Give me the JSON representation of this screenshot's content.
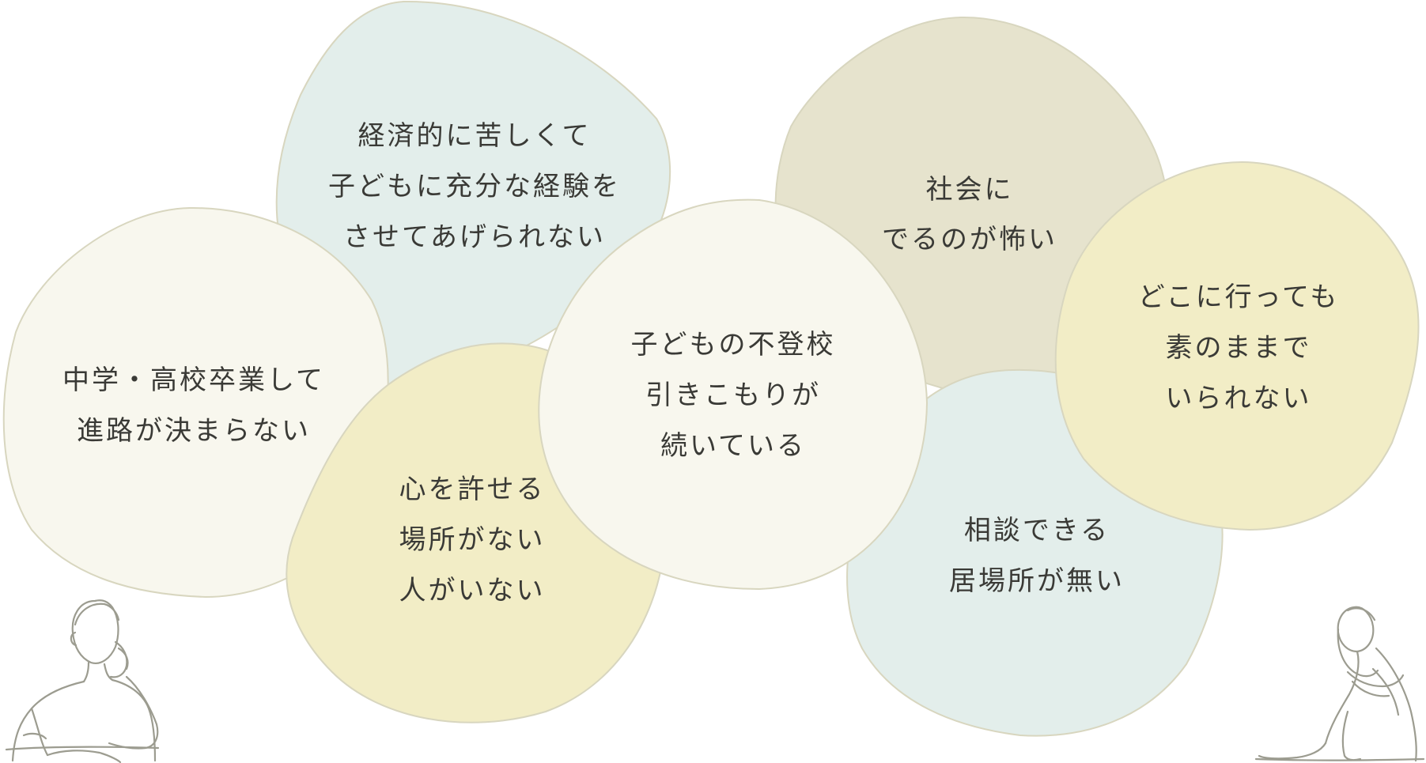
{
  "colors": {
    "blob_outline": "#d8d6bf",
    "mint": "#e3eeeb",
    "cream": "#f8f7ee",
    "yellow": "#f2edc6",
    "khaki": "#e6e3cd",
    "text": "#3a3a36",
    "illustration_line": "#9c9c90"
  },
  "bubbles": {
    "economic": {
      "lines": [
        "経済的に苦しくて",
        "子どもに充分な経験を",
        "させてあげられない"
      ]
    },
    "society": {
      "lines": [
        "社会に",
        "でるのが怖い"
      ]
    },
    "career": {
      "lines": [
        "中学・高校卒業して",
        "進路が決まらない"
      ]
    },
    "heart": {
      "lines": [
        "心を許せる",
        "場所がない",
        "人がいない"
      ]
    },
    "school": {
      "lines": [
        "子どもの不登校",
        "引きこもりが",
        "続いている"
      ]
    },
    "consult": {
      "lines": [
        "相談できる",
        "居場所が無い"
      ]
    },
    "anywhere": {
      "lines": [
        "どこに行っても",
        "素のままで",
        "いられない"
      ]
    }
  },
  "illustrations": {
    "left": "thinking-man-line-drawing",
    "right": "sitting-girl-line-drawing"
  }
}
